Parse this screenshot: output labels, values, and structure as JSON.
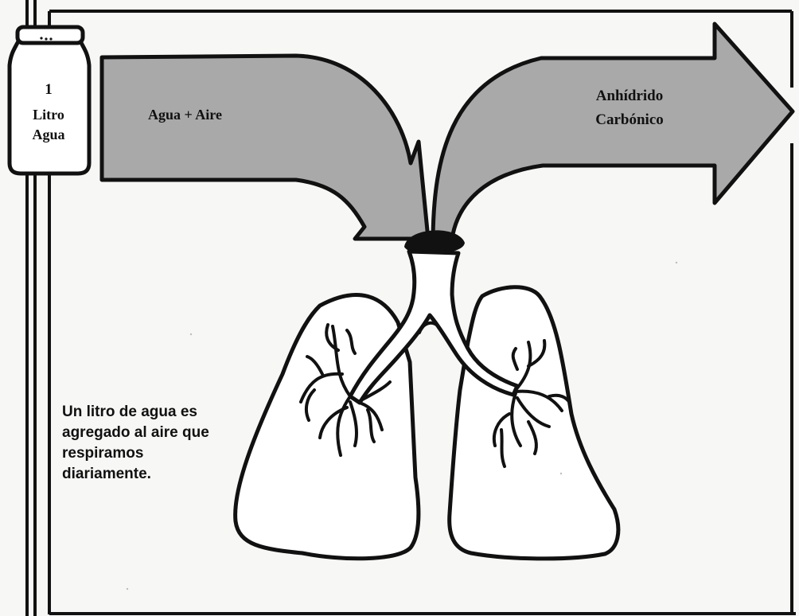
{
  "jar": {
    "line1": "1",
    "line2": "Litro",
    "line3": "Agua"
  },
  "arrow_in": {
    "label": "Agua + Aire"
  },
  "arrow_out": {
    "line1": "Anhídrido",
    "line2": "Carbónico"
  },
  "caption": {
    "line1": "Un litro de agua es",
    "line2": "agregado al aire que",
    "line3": "respiramos",
    "line4": "diariamente."
  },
  "colors": {
    "arrow_fill": "#a9a9a9",
    "ink": "#111111",
    "paper": "#f7f7f5",
    "lung_fill": "#ffffff"
  }
}
